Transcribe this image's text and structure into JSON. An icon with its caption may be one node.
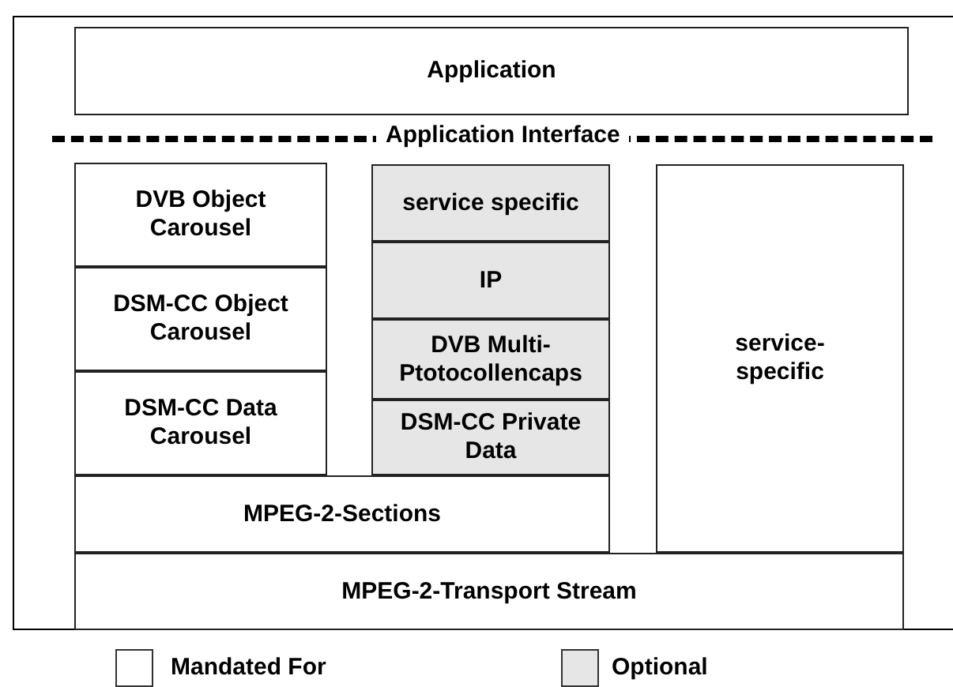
{
  "diagram": {
    "nodes": [
      {
        "text": [
          "Application"
        ]
      },
      {
        "text": [
          "DVB Object Carousel"
        ]
      },
      {
        "text": [
          "DSM-CC Object Carousel"
        ]
      },
      {
        "text": [
          "DSM-CC Data Carousel"
        ]
      },
      {
        "text": [
          "service specific"
        ]
      },
      {
        "text": [
          "IP"
        ]
      },
      {
        "text": [
          "DVB Multi-Ptotocollencaps"
        ]
      },
      {
        "text": [
          "DSM-CC Private Data"
        ]
      },
      {
        "text": [
          "service-specific"
        ]
      },
      {
        "text": [
          "MPEG-2-Sections"
        ]
      },
      {
        "text": [
          "MPEG-2-Transport Stream"
        ]
      }
    ],
    "edges": [],
    "labels": [
      "Application Interface"
    ],
    "legend": [
      {
        "text": "Mandated For",
        "color": "#ffffff"
      },
      {
        "text": "Optional",
        "color": "#e6e6e6"
      }
    ]
  }
}
